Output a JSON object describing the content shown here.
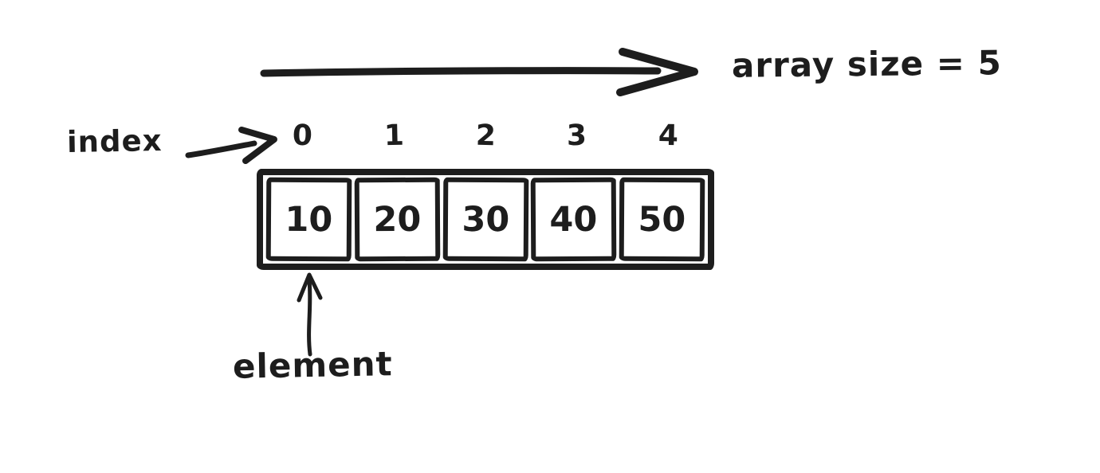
{
  "diagram": {
    "array_size_label": "array size = 5",
    "index_label": "index",
    "element_label": "element",
    "indices": [
      "0",
      "1",
      "2",
      "3",
      "4"
    ],
    "values": [
      "10",
      "20",
      "30",
      "40",
      "50"
    ],
    "ink_color": "#1d1d1d",
    "background_color": "#ffffff"
  }
}
